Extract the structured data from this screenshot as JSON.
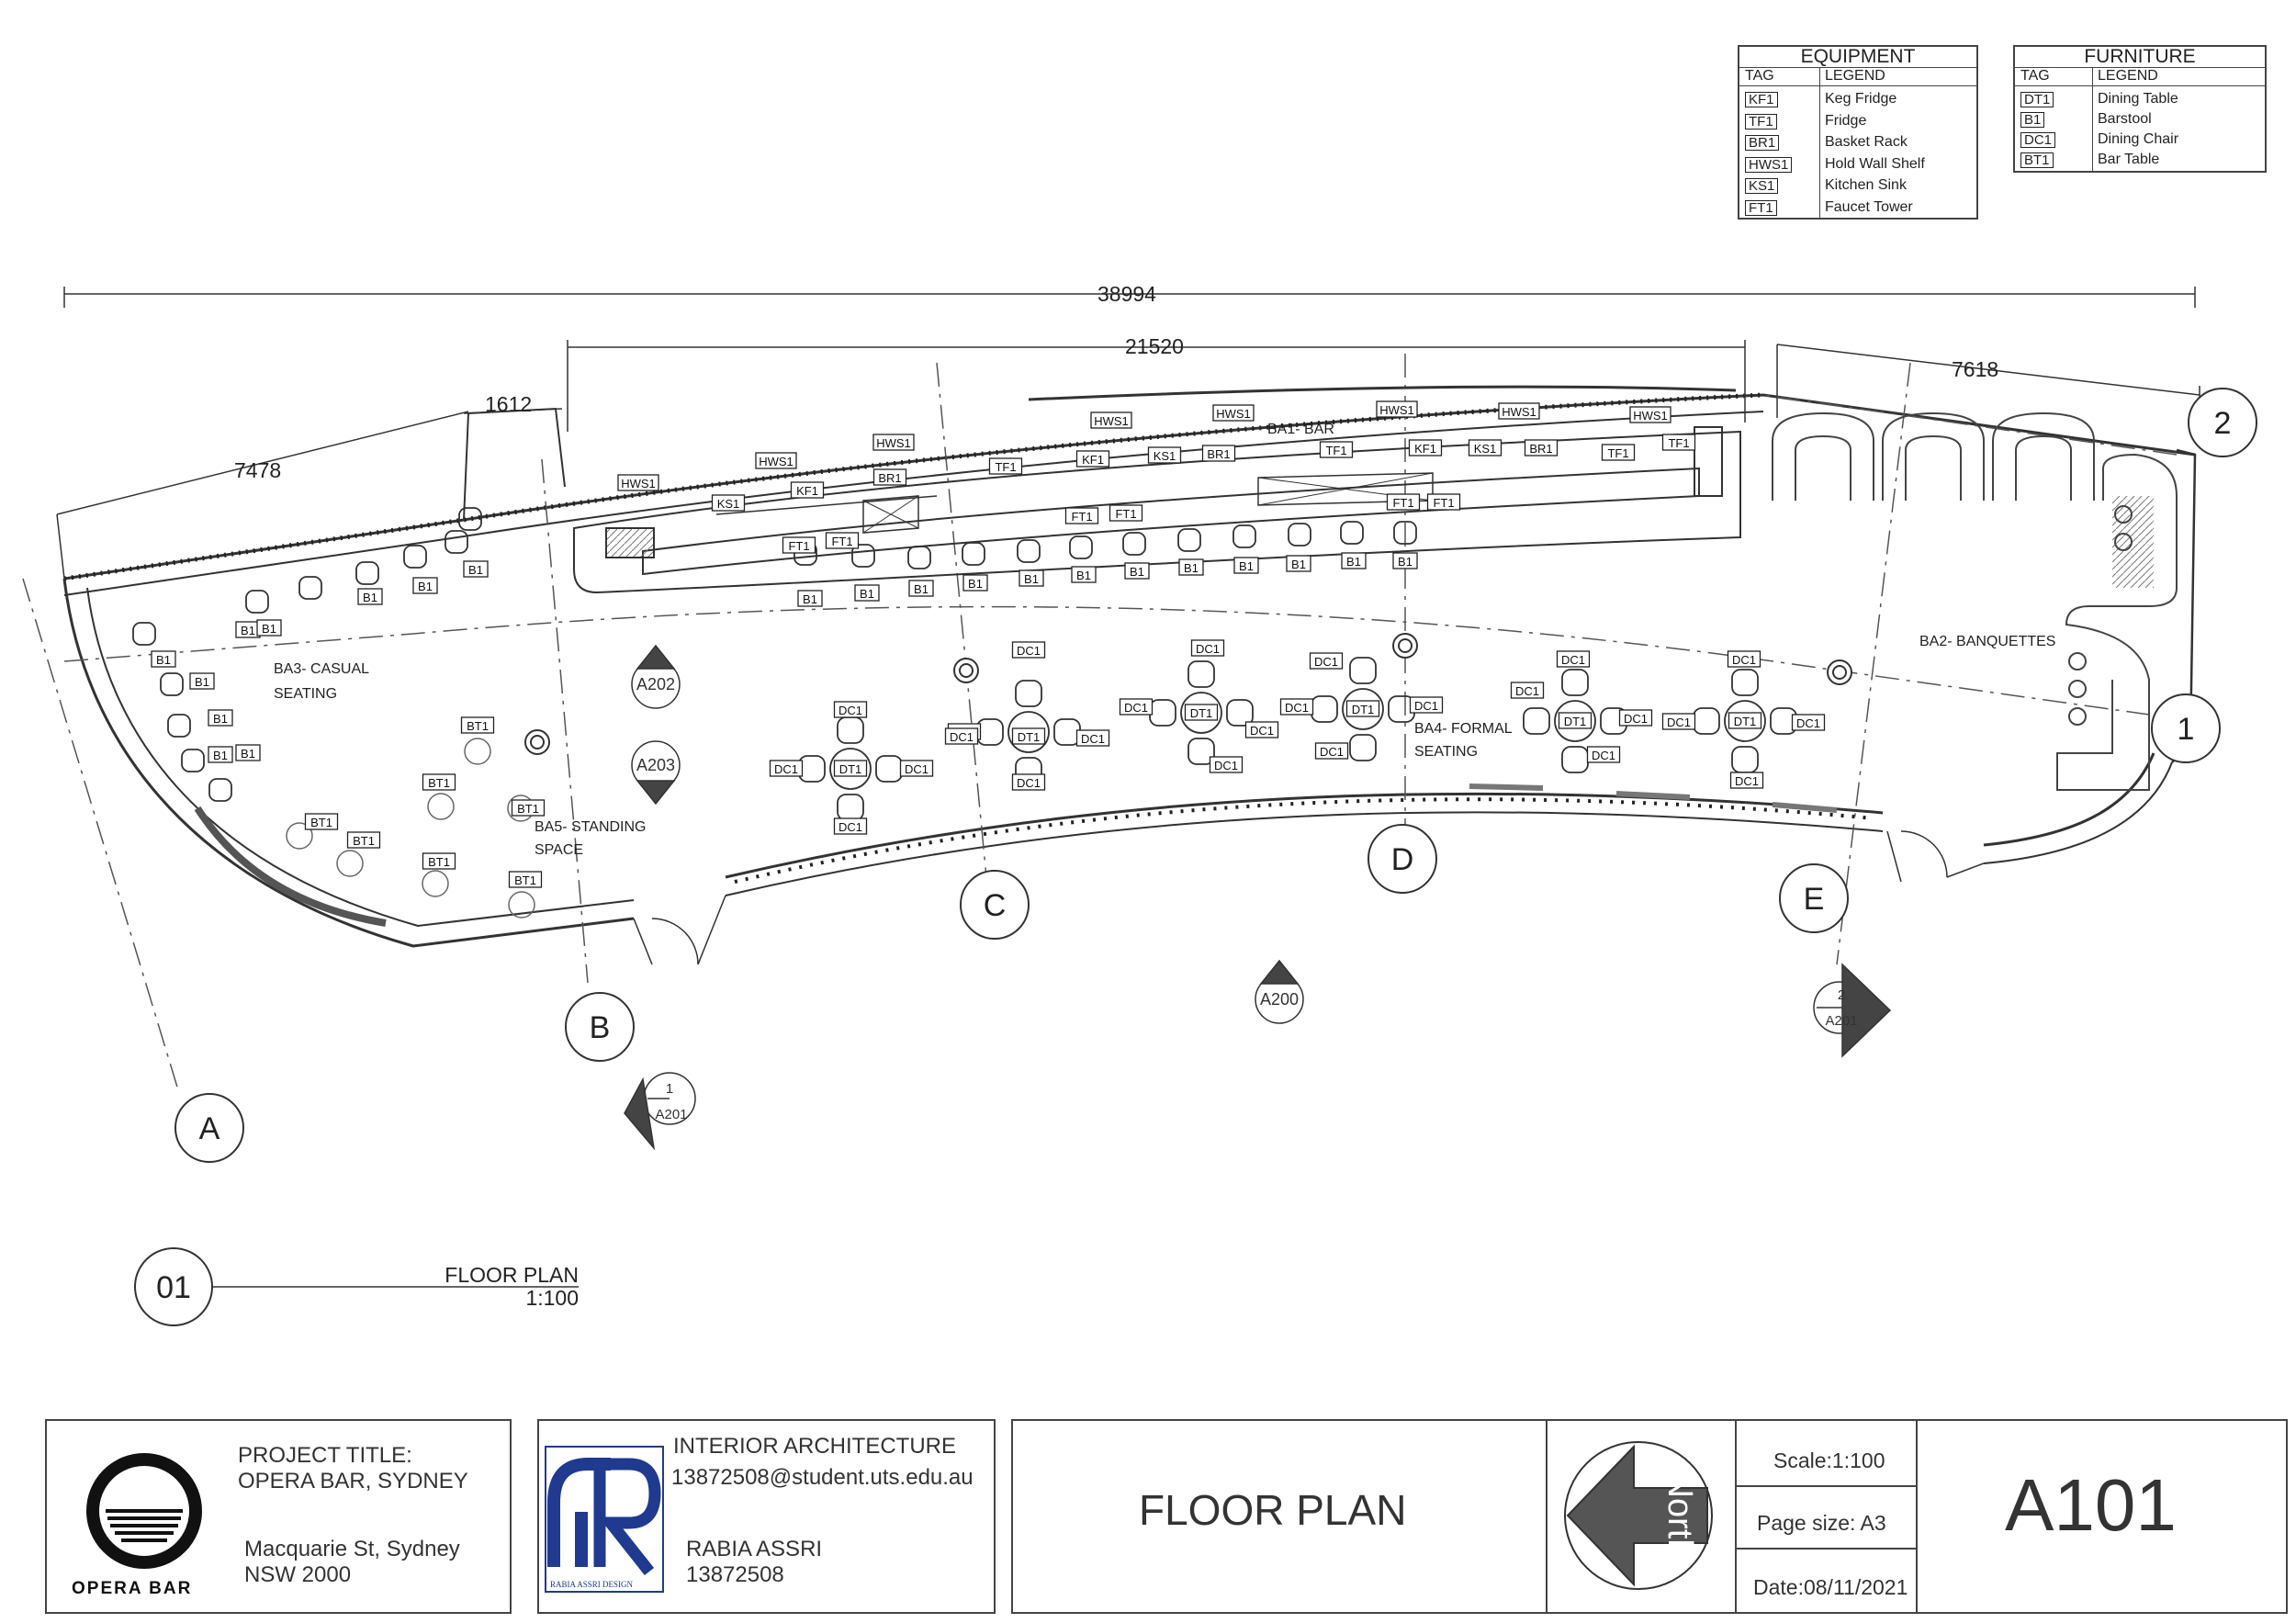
{
  "legends": {
    "equipment": {
      "title": "EQUIPMENT",
      "col_tag": "TAG",
      "col_legend": "LEGEND",
      "rows": [
        {
          "tag": "KF1",
          "legend": "Keg Fridge"
        },
        {
          "tag": "TF1",
          "legend": "Fridge"
        },
        {
          "tag": "BR1",
          "legend": "Basket Rack"
        },
        {
          "tag": "HWS1",
          "legend": "Hold Wall Shelf"
        },
        {
          "tag": "KS1",
          "legend": "Kitchen Sink"
        },
        {
          "tag": "FT1",
          "legend": "Faucet Tower"
        }
      ]
    },
    "furniture": {
      "title": "FURNITURE",
      "col_tag": "TAG",
      "col_legend": "LEGEND",
      "rows": [
        {
          "tag": "DT1",
          "legend": "Dining Table"
        },
        {
          "tag": "B1",
          "legend": "Barstool"
        },
        {
          "tag": "DC1",
          "legend": "Dining Chair"
        },
        {
          "tag": "BT1",
          "legend": "Bar Table"
        }
      ]
    }
  },
  "plan": {
    "dimensions": {
      "overall": "38994",
      "bar": "21520",
      "right": "7618",
      "left": "7478",
      "small": "1612"
    },
    "grid": {
      "a": "A",
      "b": "B",
      "c": "C",
      "d": "D",
      "e": "E",
      "one": "1",
      "two": "2"
    },
    "zones": {
      "ba1": "BA1- BAR",
      "ba2": "BA2- BANQUETTES",
      "ba3_l1": "BA3- CASUAL",
      "ba3_l2": "SEATING",
      "ba4_l1": "BA4- FORMAL",
      "ba4_l2": "SEATING",
      "ba5_l1": "BA5- STANDING",
      "ba5_l2": "SPACE"
    },
    "sections": {
      "a202": "A202",
      "a203": "A203",
      "a200": "A200",
      "s1_num": "1",
      "s1_ref": "A201",
      "s2_num": "2",
      "s2_ref": "A201"
    },
    "tags": {
      "hws": "HWS1",
      "ks": "KS1",
      "kf": "KF1",
      "br": "BR1",
      "tf": "TF1",
      "ft": "FT1",
      "b": "B1",
      "bt": "BT1",
      "dc": "DC1",
      "dt": "DT1"
    },
    "view": {
      "number": "01",
      "title": "FLOOR PLAN",
      "scale": "1:100"
    }
  },
  "title_block": {
    "logo_text": "OPERA BAR",
    "project_label": "PROJECT TITLE:",
    "project_name": "OPERA BAR, SYDNEY",
    "address_1": "Macquarie St, Sydney",
    "address_2": "NSW 2000",
    "designer_logo_text": "RABIA ASSRI DESIGN",
    "course": "INTERIOR ARCHITECTURE",
    "email": "13872508@student.uts.edu.au",
    "student_name": "RABIA ASSRI",
    "student_id": "13872508",
    "sheet_title": "FLOOR PLAN",
    "north_label": "North",
    "scale": "Scale:1:100",
    "page_size": "Page size: A3",
    "date": "Date:08/11/2021",
    "sheet_number": "A101"
  },
  "colors": {
    "line": "#333333",
    "accent": "#1f3a8f"
  }
}
